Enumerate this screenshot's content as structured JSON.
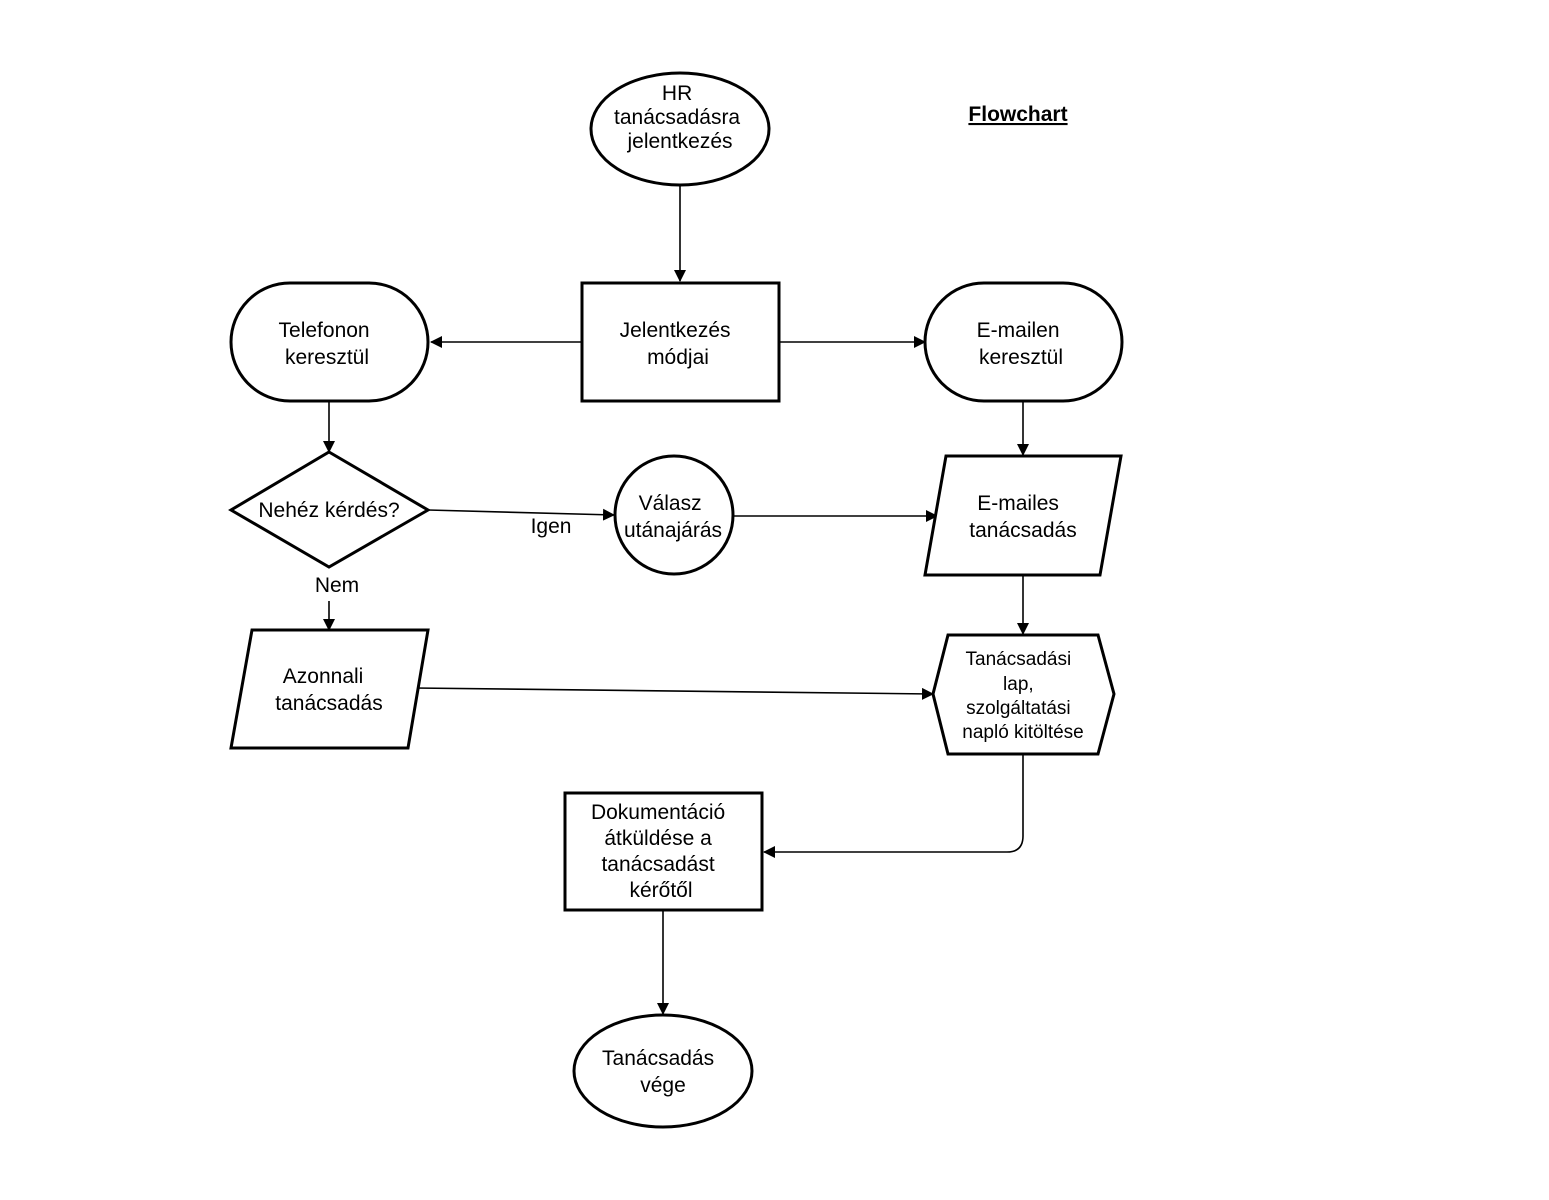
{
  "title": "Flowchart",
  "nodes": {
    "start": {
      "lines": [
        "HR",
        "tanácsadásra",
        "jelentkezés"
      ]
    },
    "modes": {
      "lines": [
        "Jelentkezés",
        "módjai"
      ]
    },
    "phone": {
      "lines": [
        "Telefonon",
        "keresztül"
      ]
    },
    "email": {
      "lines": [
        "E-mailen",
        "keresztül"
      ]
    },
    "difficult": {
      "lines": [
        "Nehéz kérdés?"
      ]
    },
    "followup": {
      "lines": [
        "Válasz",
        "utánajárás"
      ]
    },
    "email_advice": {
      "lines": [
        "E-mailes",
        "tanácsadás"
      ]
    },
    "instant": {
      "lines": [
        "Azonnali",
        "tanácsadás"
      ]
    },
    "form": {
      "lines": [
        "Tanácsadási",
        "lap,",
        "szolgáltatási",
        "napló kitöltése"
      ]
    },
    "docs": {
      "lines": [
        "Dokumentáció",
        "átküldése a",
        "tanácsadást",
        "kérőtől"
      ]
    },
    "end": {
      "lines": [
        "Tanácsadás",
        "vége"
      ]
    }
  },
  "edge_labels": {
    "yes": "Igen",
    "no": "Nem"
  }
}
